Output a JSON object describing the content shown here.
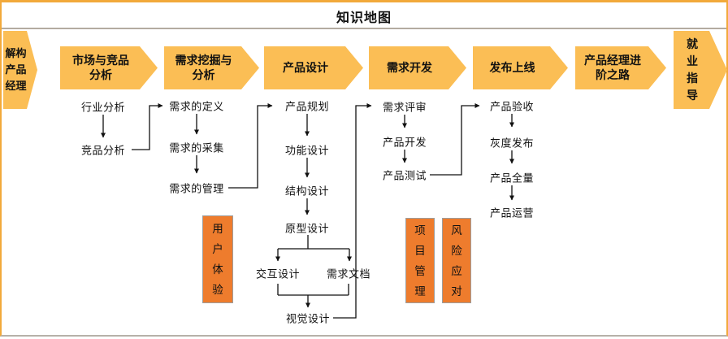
{
  "page": {
    "title": "知识地图"
  },
  "colors": {
    "stage_fill": "#FBBE55",
    "badge_fill": "#EE7C2D",
    "frame_orange": "#F2A93B",
    "frame_gray": "#B7B1A9",
    "line_color": "#111111"
  },
  "stages": [
    {
      "label": "解构产品经理"
    },
    {
      "label": "市场与竞品分析"
    },
    {
      "label": "需求挖掘与分析"
    },
    {
      "label": "产品设计"
    },
    {
      "label": "需求开发"
    },
    {
      "label": "发布上线"
    },
    {
      "label": "产品经理进阶之路"
    },
    {
      "label": "就业指导"
    }
  ],
  "nodes": {
    "industry_analysis": "行业分析",
    "competitor_analysis": "竞品分析",
    "req_definition": "需求的定义",
    "req_collection": "需求的采集",
    "req_management": "需求的管理",
    "product_planning": "产品规划",
    "function_design": "功能设计",
    "structure_design": "结构设计",
    "prototype_design": "原型设计",
    "interaction_design": "交互设计",
    "req_document": "需求文档",
    "visual_design": "视觉设计",
    "req_review": "需求评审",
    "product_dev": "产品开发",
    "product_test": "产品测试",
    "product_acceptance": "产品验收",
    "gray_release": "灰度发布",
    "product_full": "产品全量",
    "product_operation": "产品运营"
  },
  "badges": {
    "user_experience": "用户体验",
    "project_management": "项目管理",
    "risk_response": "风险应对"
  }
}
